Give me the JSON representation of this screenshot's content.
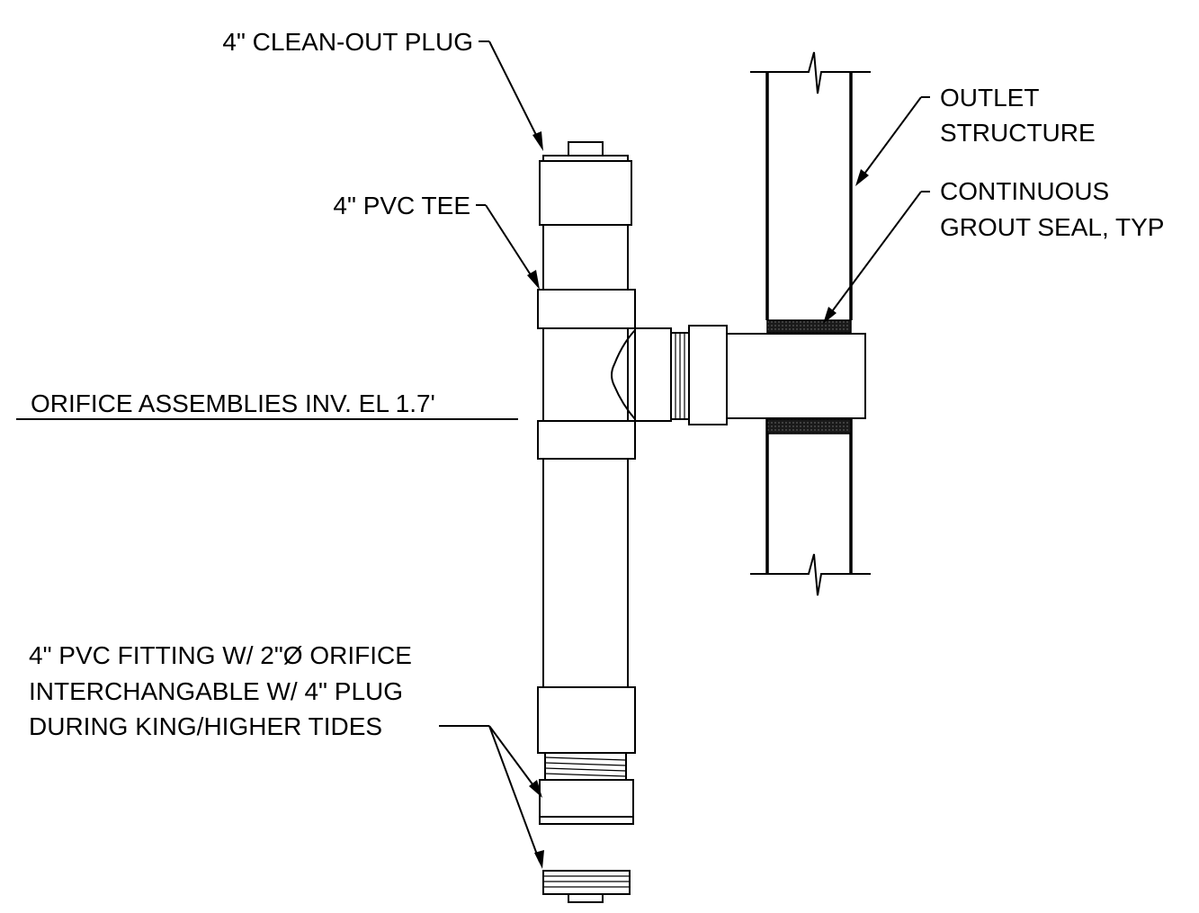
{
  "labels": {
    "cleanout_plug": "4\" CLEAN-OUT PLUG",
    "pvc_tee": "4\" PVC TEE",
    "orifice_elevation": "ORIFICE ASSEMBLIES INV. EL 1.7'",
    "fitting_line1": "4\" PVC FITTING W/ 2\"Ø ORIFICE",
    "fitting_line2": "INTERCHANGABLE W/ 4\" PLUG",
    "fitting_line3": "DURING KING/HIGHER TIDES",
    "outlet_line1": "OUTLET",
    "outlet_line2": "STRUCTURE",
    "grout_line1": "CONTINUOUS",
    "grout_line2": "GROUT SEAL, TYP"
  },
  "colors": {
    "line": "#000000",
    "background": "#ffffff",
    "grout": "#1a1a1a"
  }
}
